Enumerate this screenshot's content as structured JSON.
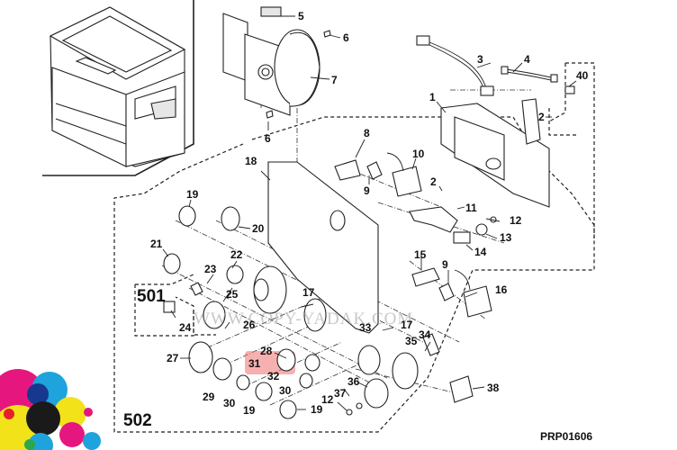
{
  "diagram": {
    "title": "Drive unit exploded parts diagram",
    "code": "PRP01606",
    "watermark": "WWW.COPY-YADAK.COM",
    "highlight_color": "#f07070",
    "highlighted_part": "31",
    "groups": [
      {
        "id": "501",
        "label": "501"
      },
      {
        "id": "502",
        "label": "502"
      }
    ],
    "callouts": [
      {
        "id": "c1",
        "label": "1"
      },
      {
        "id": "c2a",
        "label": "2"
      },
      {
        "id": "c2b",
        "label": "2"
      },
      {
        "id": "c3",
        "label": "3"
      },
      {
        "id": "c4",
        "label": "4"
      },
      {
        "id": "c5",
        "label": "5"
      },
      {
        "id": "c6a",
        "label": "6"
      },
      {
        "id": "c6b",
        "label": "6"
      },
      {
        "id": "c7",
        "label": "7"
      },
      {
        "id": "c8",
        "label": "8"
      },
      {
        "id": "c9a",
        "label": "9"
      },
      {
        "id": "c9b",
        "label": "9"
      },
      {
        "id": "c10",
        "label": "10"
      },
      {
        "id": "c11",
        "label": "11"
      },
      {
        "id": "c12a",
        "label": "12"
      },
      {
        "id": "c12b",
        "label": "12"
      },
      {
        "id": "c13",
        "label": "13"
      },
      {
        "id": "c14",
        "label": "14"
      },
      {
        "id": "c15",
        "label": "15"
      },
      {
        "id": "c16",
        "label": "16"
      },
      {
        "id": "c17a",
        "label": "17"
      },
      {
        "id": "c17b",
        "label": "17"
      },
      {
        "id": "c18",
        "label": "18"
      },
      {
        "id": "c19a",
        "label": "19"
      },
      {
        "id": "c19b",
        "label": "19"
      },
      {
        "id": "c19c",
        "label": "19"
      },
      {
        "id": "c20",
        "label": "20"
      },
      {
        "id": "c21",
        "label": "21"
      },
      {
        "id": "c22",
        "label": "22"
      },
      {
        "id": "c23",
        "label": "23"
      },
      {
        "id": "c24",
        "label": "24"
      },
      {
        "id": "c25",
        "label": "25"
      },
      {
        "id": "c26",
        "label": "26"
      },
      {
        "id": "c27",
        "label": "27"
      },
      {
        "id": "c28",
        "label": "28"
      },
      {
        "id": "c29",
        "label": "29"
      },
      {
        "id": "c30a",
        "label": "30"
      },
      {
        "id": "c30b",
        "label": "30"
      },
      {
        "id": "c31",
        "label": "31"
      },
      {
        "id": "c32",
        "label": "32"
      },
      {
        "id": "c33",
        "label": "33"
      },
      {
        "id": "c34",
        "label": "34"
      },
      {
        "id": "c35",
        "label": "35"
      },
      {
        "id": "c36",
        "label": "36"
      },
      {
        "id": "c37",
        "label": "37"
      },
      {
        "id": "c38",
        "label": "38"
      },
      {
        "id": "c40",
        "label": "40"
      }
    ],
    "logo_colors": [
      "#e5177f",
      "#1fa3dc",
      "#f2e21a",
      "#1a1a1a",
      "#e5202c",
      "#16398f",
      "#2aa84a"
    ]
  }
}
